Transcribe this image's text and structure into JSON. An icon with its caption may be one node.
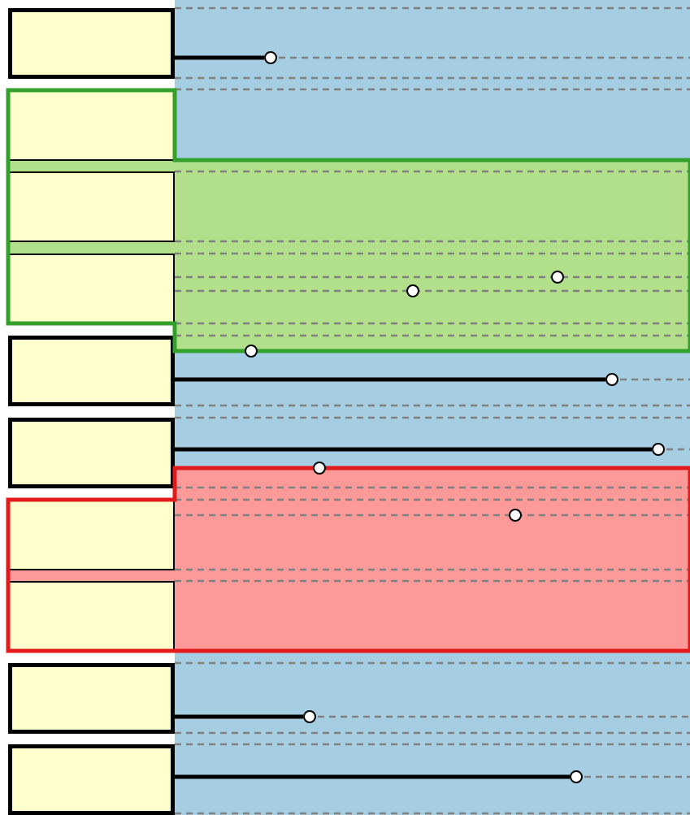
{
  "diagram": {
    "nodes": [
      {
        "text": [],
        "shape": "box"
      },
      {
        "text": [],
        "shape": "box"
      },
      {
        "text": [],
        "shape": "box"
      },
      {
        "text": [],
        "shape": "box"
      },
      {
        "text": [],
        "shape": "box"
      },
      {
        "text": [],
        "shape": "box"
      },
      {
        "text": [],
        "shape": "box"
      },
      {
        "text": [],
        "shape": "box"
      },
      {
        "text": [],
        "shape": "box"
      },
      {
        "text": [],
        "shape": "box"
      },
      {
        "text": [],
        "shape": "circle"
      },
      {
        "text": [],
        "shape": "circle"
      },
      {
        "text": [],
        "shape": "circle"
      },
      {
        "text": [],
        "shape": "circle"
      },
      {
        "text": [],
        "shape": "circle"
      },
      {
        "text": [],
        "shape": "circle"
      },
      {
        "text": [],
        "shape": "circle"
      },
      {
        "text": [],
        "shape": "circle"
      },
      {
        "text": [],
        "shape": "circle"
      },
      {
        "text": [],
        "shape": "circle"
      }
    ],
    "edges": [
      {
        "from": 0,
        "to": 10,
        "arrow": "none"
      },
      {
        "from": 4,
        "to": 14,
        "arrow": "none"
      },
      {
        "from": 5,
        "to": 15,
        "arrow": "none"
      },
      {
        "from": 8,
        "to": 18,
        "arrow": "none"
      },
      {
        "from": 9,
        "to": 19,
        "arrow": "none"
      }
    ]
  }
}
